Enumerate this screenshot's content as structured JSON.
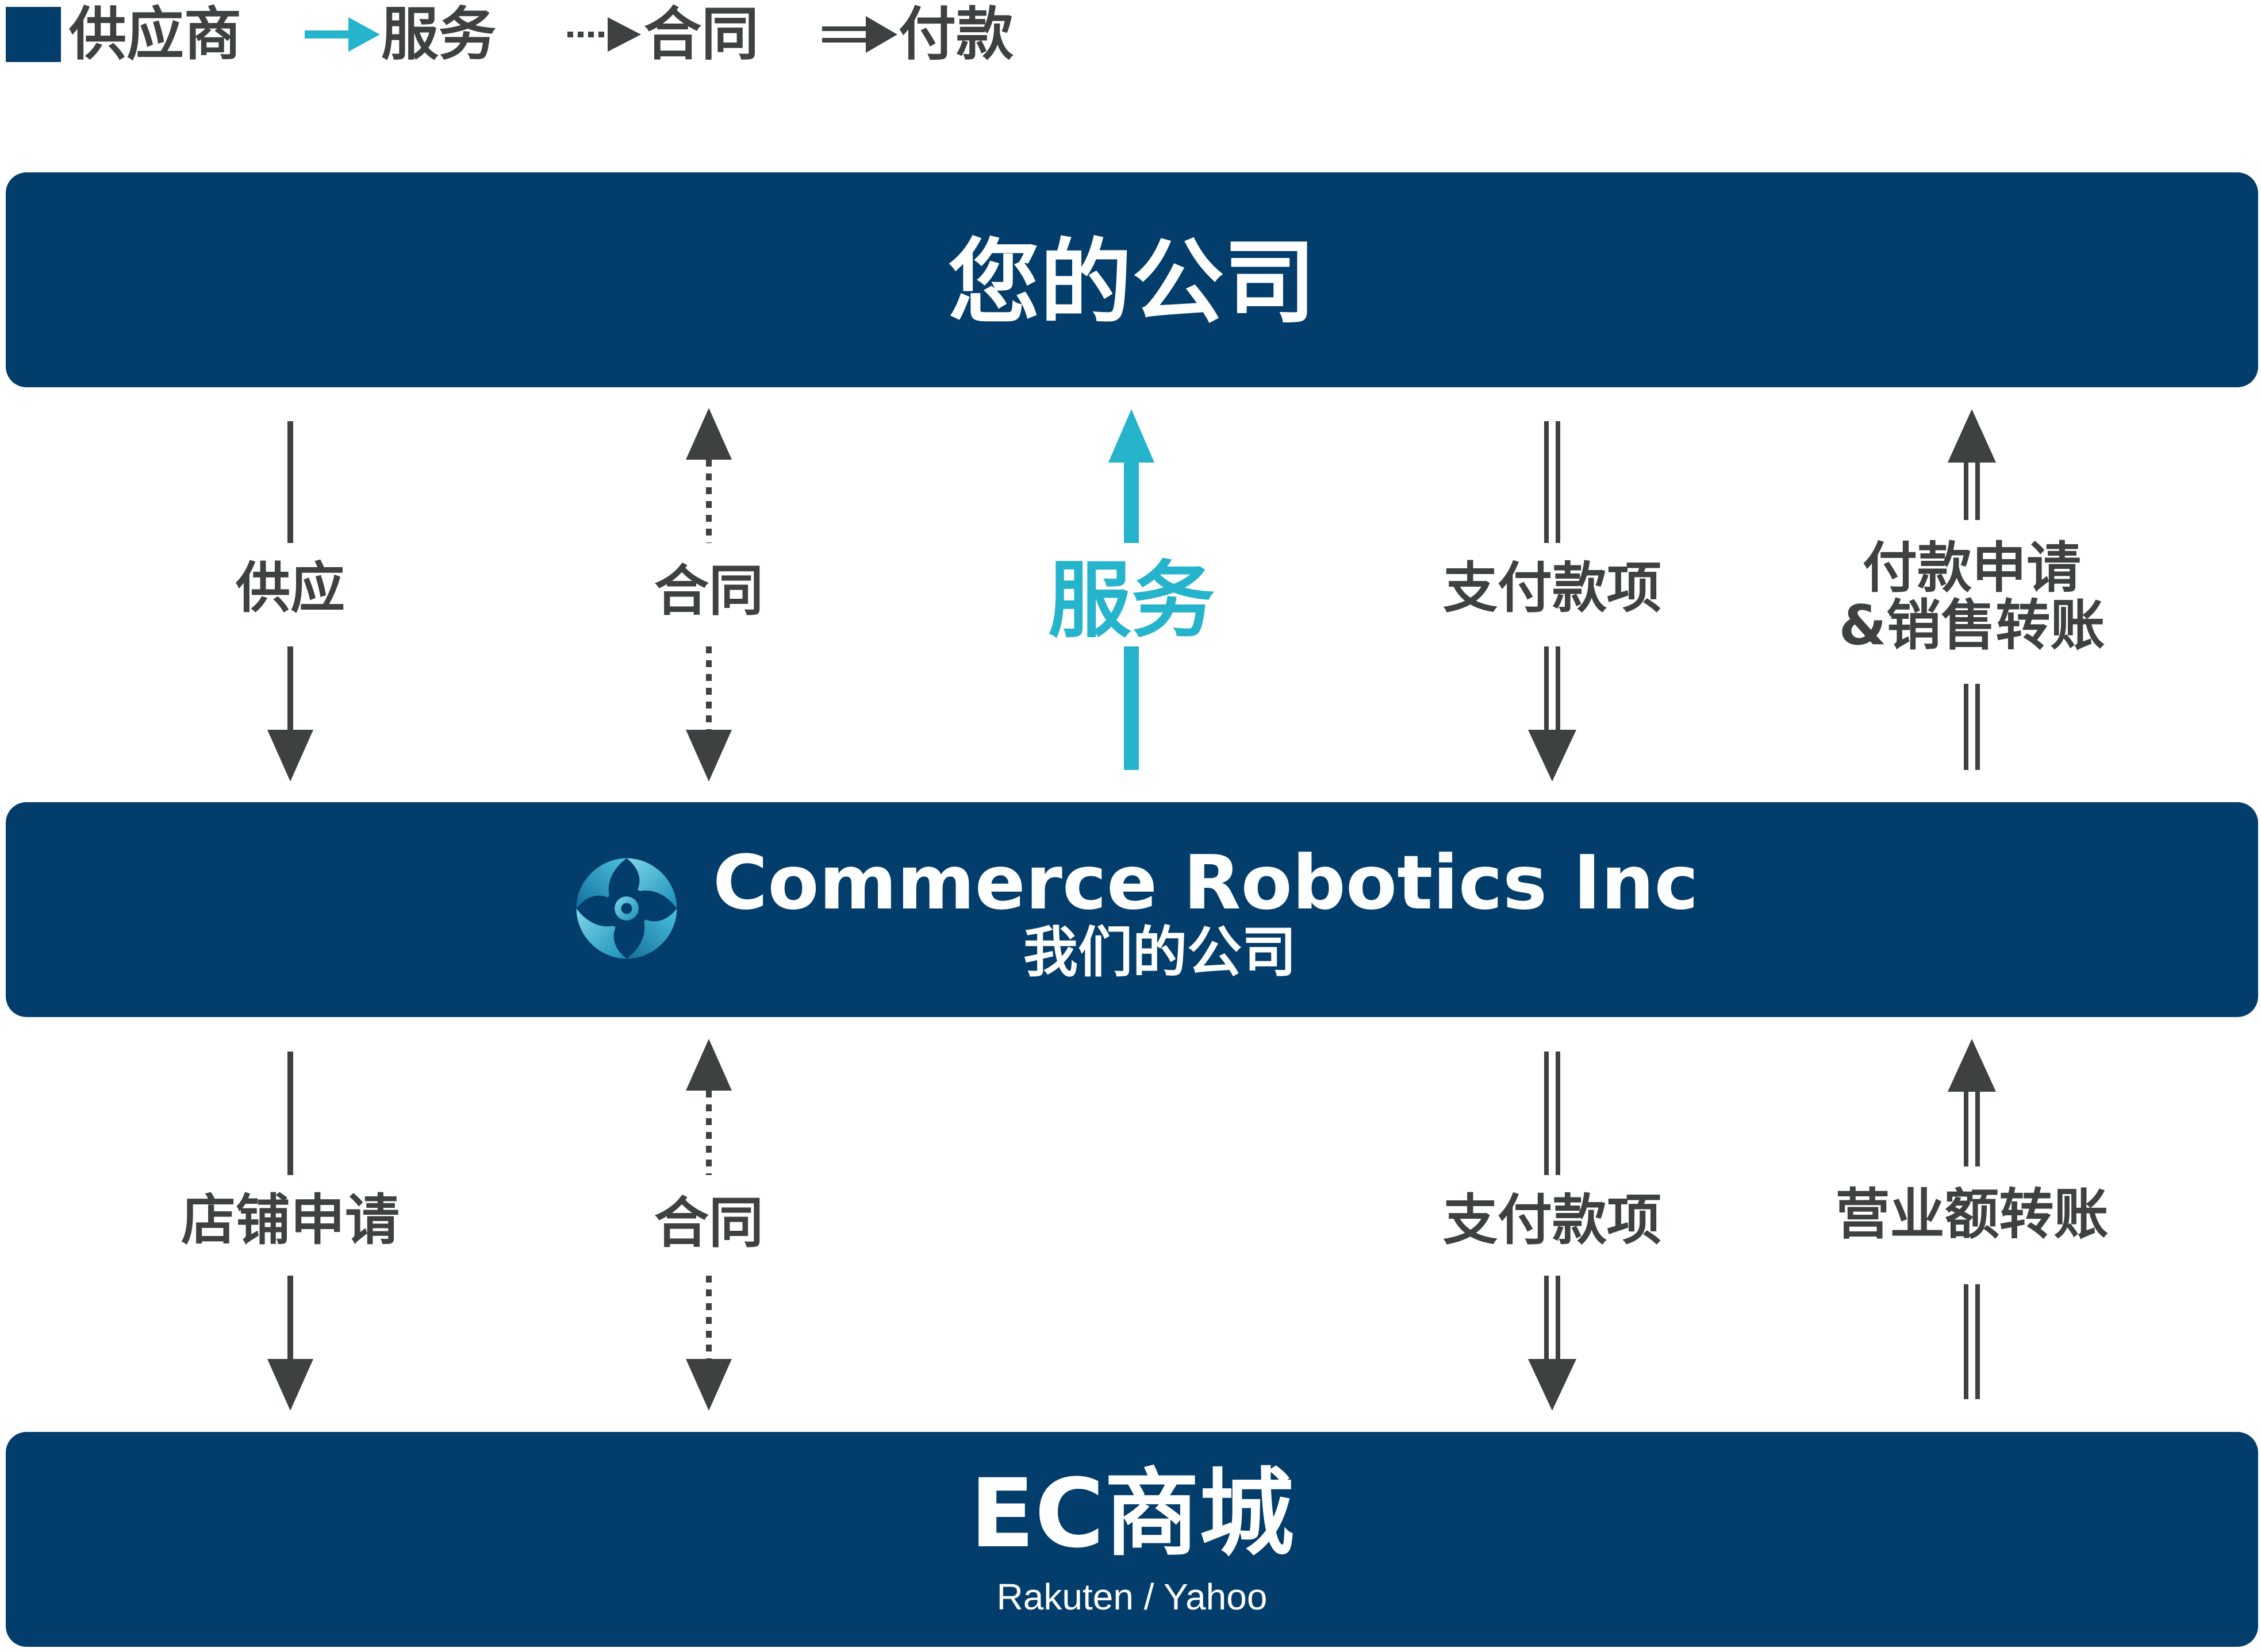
{
  "legend": {
    "supplier": "供应商",
    "service": "服务",
    "contract": "合同",
    "payment": "付款"
  },
  "bands": {
    "top": {
      "title": "您的公司"
    },
    "middle": {
      "name": "Commerce Robotics Inc",
      "subtitle": "我们的公司"
    },
    "bottom": {
      "title": "EC商城",
      "subtitle": "Rakuten / Yahoo"
    }
  },
  "flows_upper": {
    "supply": "供应",
    "contract": "合同",
    "service": "服务",
    "payment": "支付款项",
    "payment_request_line1": "付款申请",
    "payment_request_line2": "&销售转账"
  },
  "flows_lower": {
    "store_application": "店铺申请",
    "contract": "合同",
    "payment": "支付款项",
    "revenue_transfer": "营业额转账"
  },
  "colors": {
    "band": "#033d6b",
    "text": "#3d4142",
    "service_accent": "#26b3cc",
    "white": "#ffffff"
  }
}
